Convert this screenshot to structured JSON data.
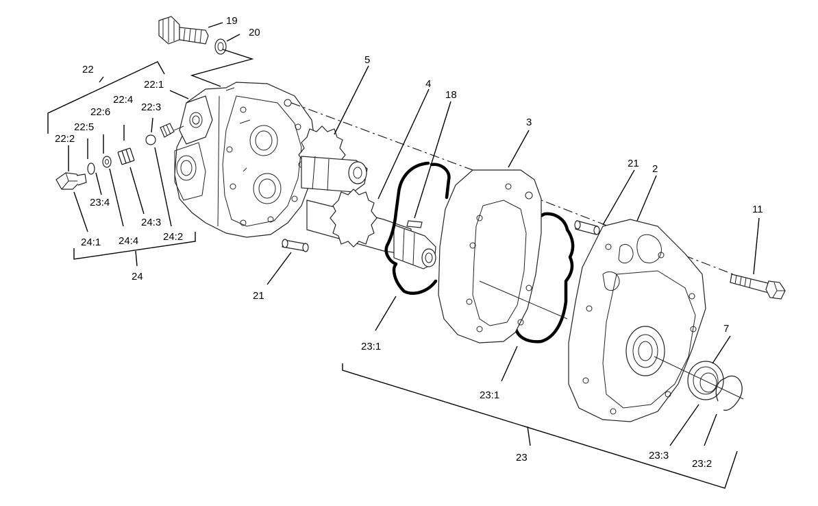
{
  "callouts": {
    "c19": "19",
    "c20": "20",
    "c22": "22",
    "c22_1": "22:1",
    "c22_2": "22:2",
    "c22_3": "22:3",
    "c22_4": "22:4",
    "c22_5": "22:5",
    "c22_6": "22:6",
    "c23_4": "23:4",
    "c24_3": "24:3",
    "c24_2": "24:2",
    "c24_1": "24:1",
    "c24_4": "24:4",
    "c24": "24",
    "c5": "5",
    "c4": "4",
    "c18": "18",
    "c3": "3",
    "c21a": "21",
    "c21b": "21",
    "c2": "2",
    "c11": "11",
    "c23_1a": "23:1",
    "c23_1b": "23:1",
    "c7": "7",
    "c23_3": "23:3",
    "c23_2": "23:2",
    "c23": "23"
  }
}
